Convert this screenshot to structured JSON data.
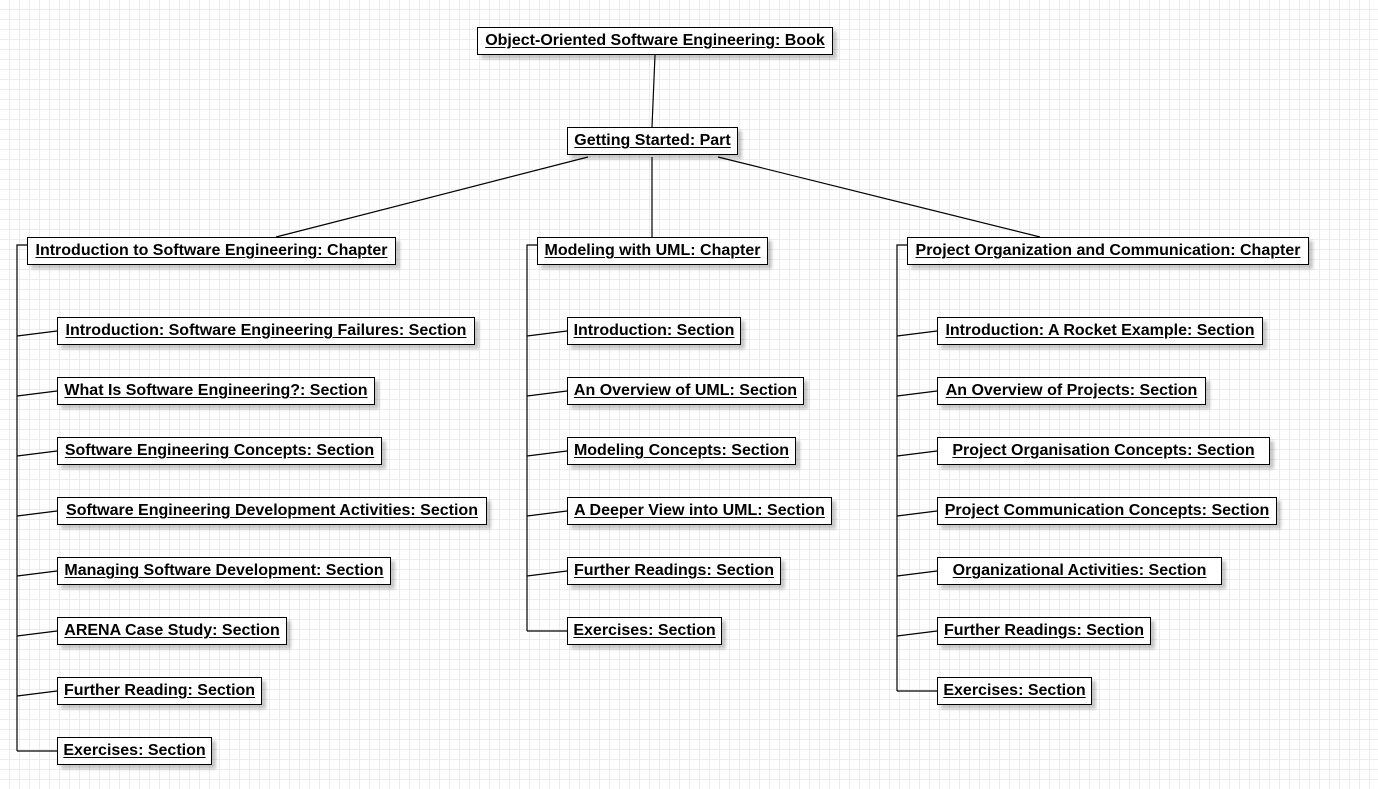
{
  "book": {
    "label": "Object-Oriented Software Engineering: Book"
  },
  "part": {
    "label": "Getting Started: Part"
  },
  "chapters": [
    {
      "label": "Introduction to Software Engineering: Chapter",
      "sections": [
        "Introduction: Software Engineering Failures: Section",
        "What Is Software Engineering?: Section",
        "Software Engineering Concepts: Section",
        "Software Engineering Development Activities: Section",
        "Managing Software Development: Section",
        "ARENA Case Study: Section",
        "Further Reading: Section",
        "Exercises: Section"
      ]
    },
    {
      "label": "Modeling with UML: Chapter",
      "sections": [
        "Introduction: Section",
        "An Overview of UML: Section",
        "Modeling Concepts: Section",
        "A Deeper View into UML: Section",
        "Further Readings: Section",
        "Exercises: Section"
      ]
    },
    {
      "label": "Project Organization and Communication: Chapter",
      "sections": [
        "Introduction: A Rocket Example: Section",
        "An Overview of Projects: Section",
        " Project Organisation Concepts: Section",
        "Project Communication Concepts: Section",
        " Organizational Activities: Section",
        "Further Readings: Section",
        "Exercises: Section"
      ]
    }
  ]
}
